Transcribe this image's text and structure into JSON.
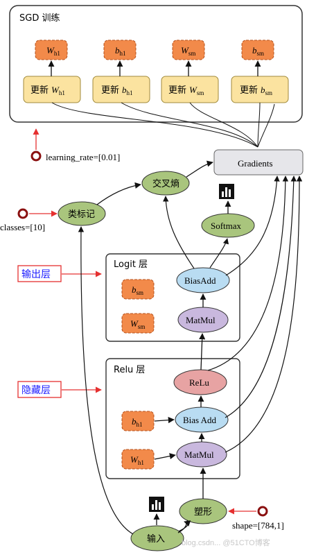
{
  "sgd_box": {
    "title": "SGD 训练",
    "params": [
      {
        "base": "W",
        "sub": "h1"
      },
      {
        "base": "b",
        "sub": "h1"
      },
      {
        "base": "W",
        "sub": "sm"
      },
      {
        "base": "b",
        "sub": "sm"
      }
    ],
    "update_prefix": "更新",
    "updates": [
      {
        "base": "W",
        "sub": "h1"
      },
      {
        "base": "b",
        "sub": "h1"
      },
      {
        "base": "W",
        "sub": "sm"
      },
      {
        "base": "b",
        "sub": "sm"
      }
    ]
  },
  "learning_rate": "learning_rate=[0.01]",
  "gradients": "Gradients",
  "cross_entropy": "交叉熵",
  "class_label": "类标记",
  "classes": "classes=[10]",
  "softmax": "Softmax",
  "logit_box": {
    "title": "Logit 层",
    "bias_add": "BiasAdd",
    "matmul": "MatMul",
    "b": {
      "base": "b",
      "sub": "sm"
    },
    "w": {
      "base": "W",
      "sub": "sm"
    }
  },
  "relu_box": {
    "title": "Relu 层",
    "relu": "ReLu",
    "bias_add": "Bias Add",
    "matmul": "MatMul",
    "b": {
      "base": "b",
      "sub": "h1"
    },
    "w": {
      "base": "W",
      "sub": "h1"
    }
  },
  "output_layer_label": "输出层",
  "hidden_layer_label": "隐藏层",
  "reshape": "塑形",
  "shape": "shape=[784,1]",
  "input": "输入",
  "watermark": "blog.csdn... @51CTO博客",
  "colors": {
    "param_fill": "#f28a4a",
    "update_fill": "#fbe3a0",
    "green_node": "#a9c57d",
    "blue_node": "#b9dcf2",
    "purple_node": "#c9b8de",
    "pink_node": "#e7a3a3",
    "gradients_fill": "#e6e6ea",
    "red_arrow": "#e53030",
    "label_blue": "#1a1aff"
  },
  "icons": [
    "summary-bar-icon",
    "circle-source-icon"
  ]
}
